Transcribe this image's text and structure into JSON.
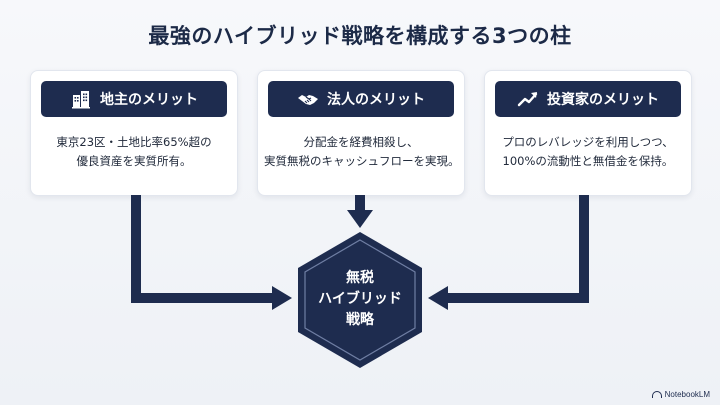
{
  "title": "最強のハイブリッド戦略を構成する3つの柱",
  "cards": [
    {
      "icon": "building-icon",
      "header": "地主のメリット",
      "lines": [
        "東京23区・土地比率65%超の",
        "優良資産を実質所有。"
      ]
    },
    {
      "icon": "handshake-icon",
      "header": "法人のメリット",
      "lines": [
        "分配金を経費相殺し、",
        "実質無税のキャッシュフローを実現。"
      ]
    },
    {
      "icon": "trend-up-icon",
      "header": "投資家のメリット",
      "lines": [
        "プロのレバレッジを利用しつつ、",
        "100%の流動性と無借金を保持。"
      ]
    }
  ],
  "center": {
    "lines": [
      "無税",
      "ハイブリッド",
      "戦略"
    ]
  },
  "watermark": "NotebookLM",
  "colors": {
    "navy": "#1e2c4f",
    "background": "#f3f5f9",
    "card": "#ffffff"
  }
}
